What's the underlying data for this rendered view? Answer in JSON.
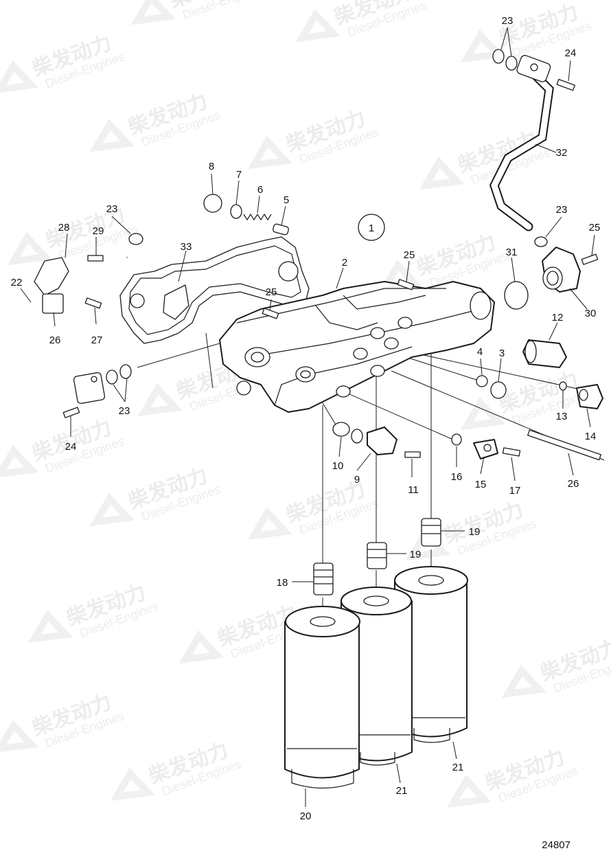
{
  "drawing_number": "24807",
  "group_callout": "1",
  "watermark": {
    "brand": "柴发动力",
    "sub": "Diesel-Engines"
  },
  "labels": {
    "p2": "2",
    "p3": "3",
    "p4": "4",
    "p5": "5",
    "p6": "6",
    "p7": "7",
    "p8": "8",
    "p9": "9",
    "p10": "10",
    "p11": "11",
    "p12": "12",
    "p13": "13",
    "p14": "14",
    "p15": "15",
    "p16": "16",
    "p17": "17",
    "p18": "18",
    "p19a": "19",
    "p19b": "19",
    "p20": "20",
    "p21a": "21",
    "p21b": "21",
    "p22": "22",
    "p23a": "23",
    "p23b": "23",
    "p23c": "23",
    "p23d": "23",
    "p24a": "24",
    "p24b": "24",
    "p25a": "25",
    "p25b": "25",
    "p25c": "25",
    "p26a": "26",
    "p26b": "26",
    "p27": "27",
    "p28": "28",
    "p29": "29",
    "p30": "30",
    "p31": "31",
    "p32": "32",
    "p33": "33"
  }
}
